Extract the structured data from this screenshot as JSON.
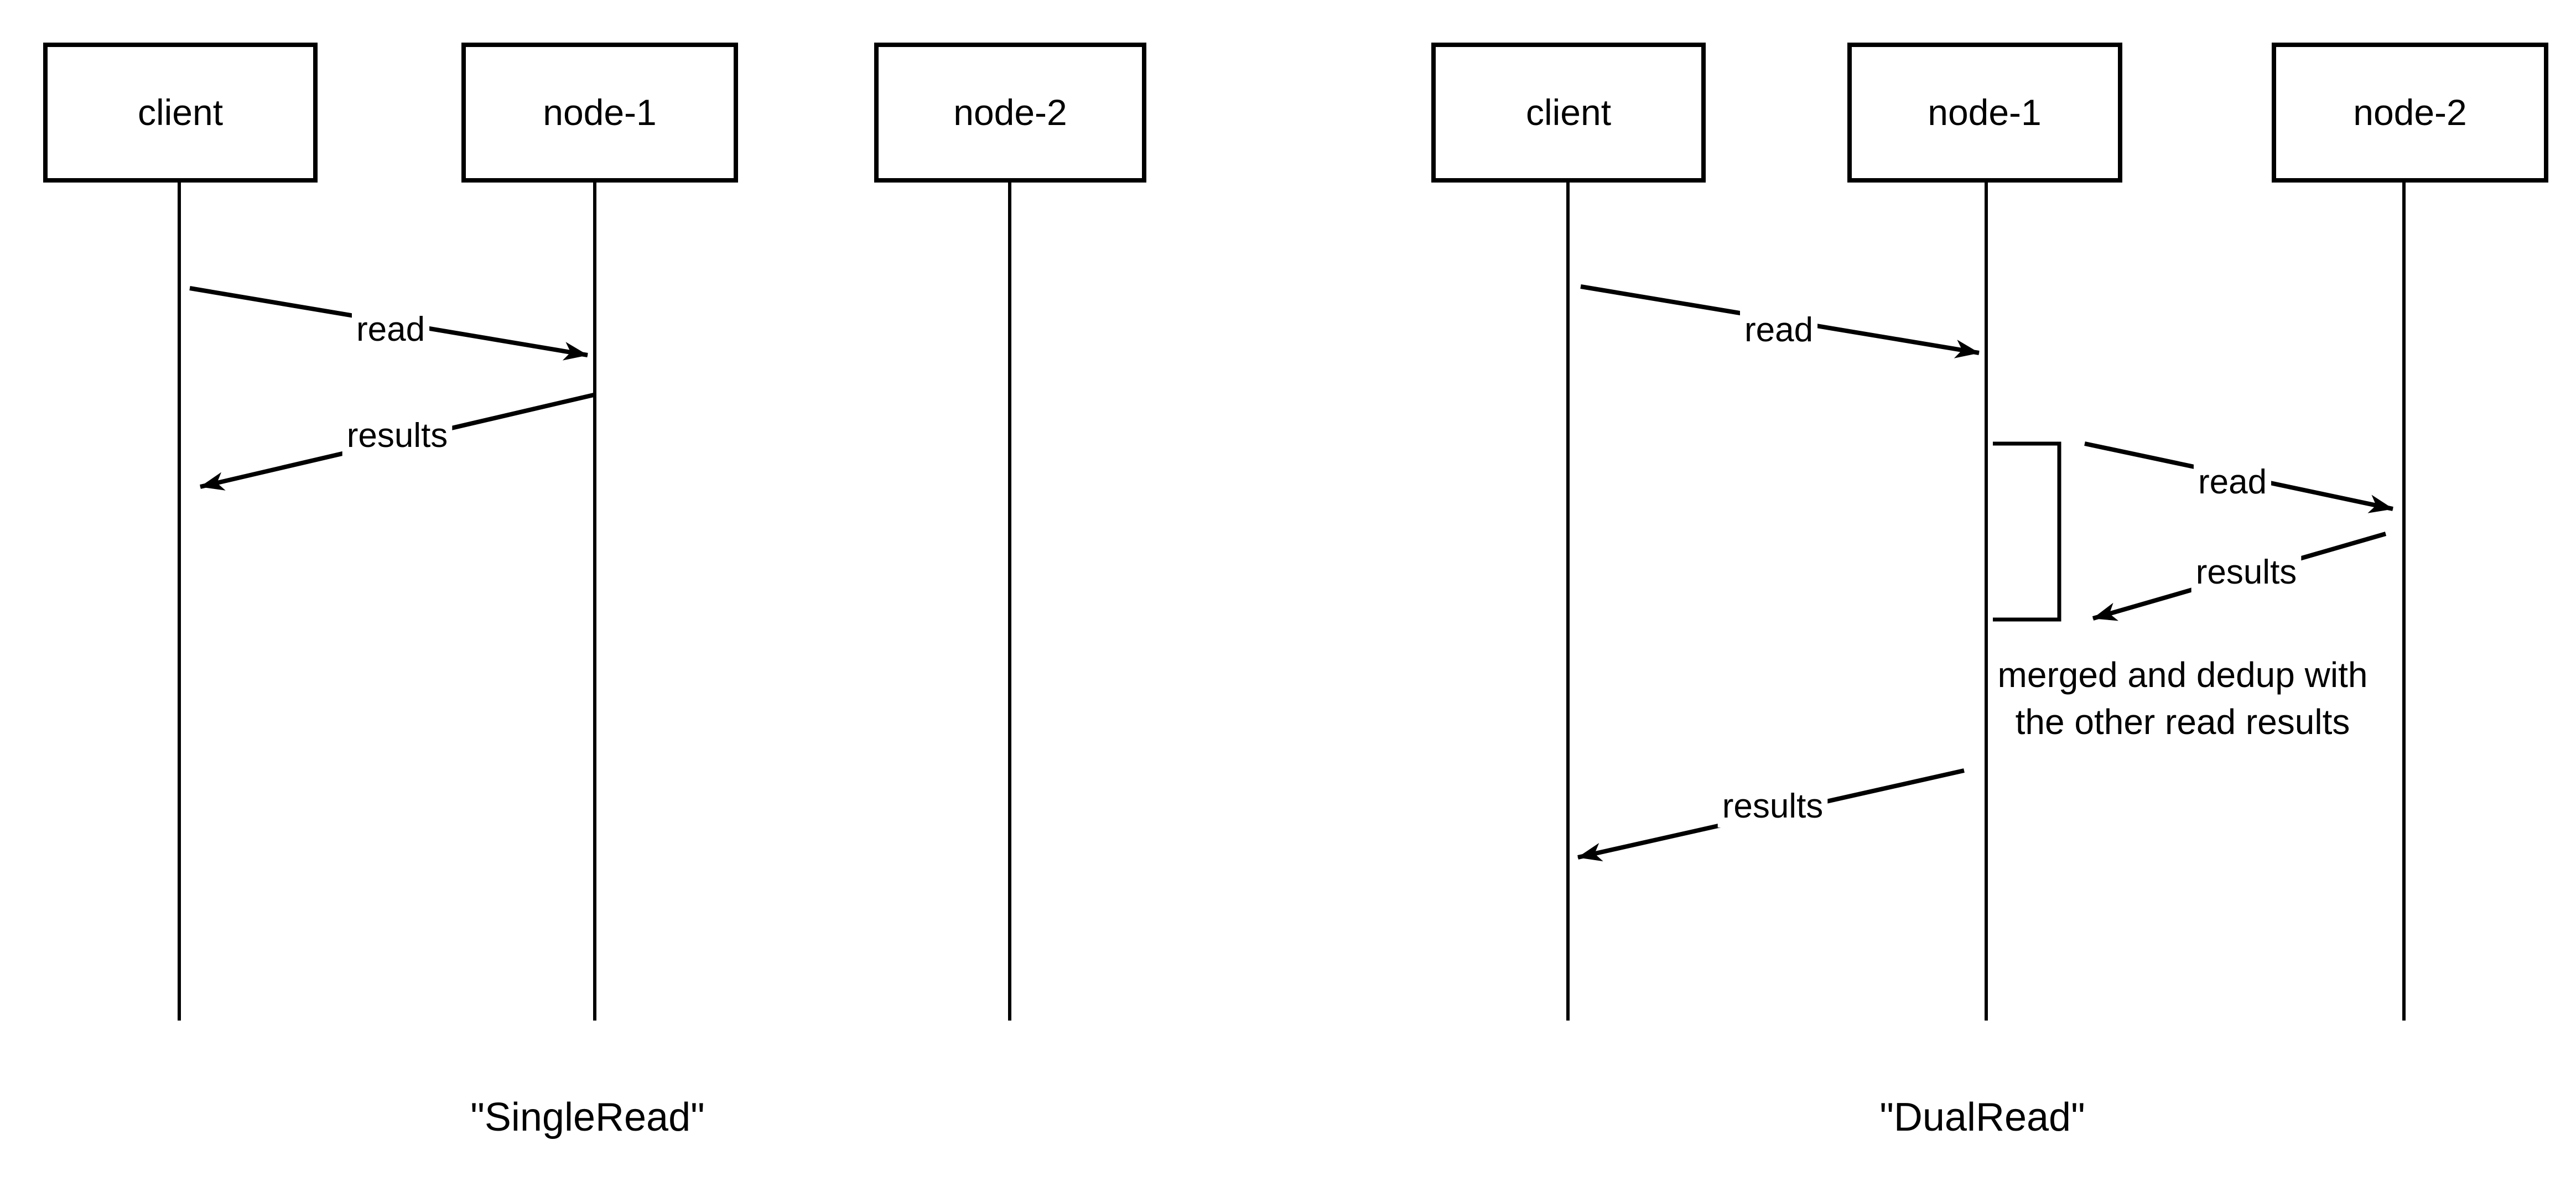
{
  "colors": {
    "stroke": "#000000",
    "background": "#ffffff"
  },
  "left_diagram": {
    "title": "\"SingleRead\"",
    "actors": {
      "client": "client",
      "node1": "node-1",
      "node2": "node-2"
    },
    "messages": {
      "read": "read",
      "results": "results"
    }
  },
  "right_diagram": {
    "title": "\"DualRead\"",
    "actors": {
      "client": "client",
      "node1": "node-1",
      "node2": "node-2"
    },
    "messages": {
      "read1": "read",
      "read2": "read",
      "results1": "results",
      "results2": "results"
    },
    "note_line1": "merged and dedup with",
    "note_line2": "the other read results"
  }
}
